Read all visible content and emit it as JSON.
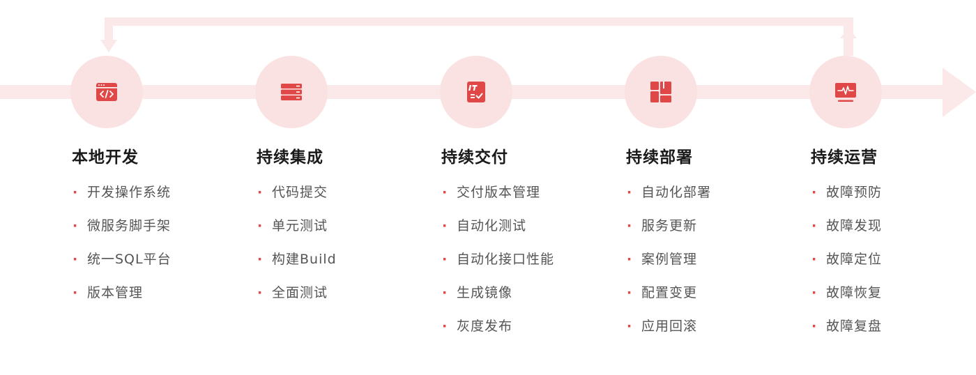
{
  "theme": {
    "accent": "#e04848",
    "track": "#fbe8e8",
    "circle": "#fbe2e2",
    "title": "#1a1a1a",
    "text": "#555555"
  },
  "stages": [
    {
      "title": "本地开发",
      "icon": "code-window-icon",
      "items": [
        "开发操作系统",
        "微服务脚手架",
        "统一SQL平台",
        "版本管理"
      ]
    },
    {
      "title": "持续集成",
      "icon": "server-stack-icon",
      "items": [
        "代码提交",
        "单元测试",
        "构建Build",
        "全面测试"
      ]
    },
    {
      "title": "持续交付",
      "icon": "it-checklist-icon",
      "items": [
        "交付版本管理",
        "自动化测试",
        "自动化接口性能",
        "生成镜像",
        "灰度发布"
      ]
    },
    {
      "title": "持续部署",
      "icon": "deploy-blocks-icon",
      "items": [
        "自动化部署",
        "服务更新",
        "案例管理",
        "配置变更",
        "应用回滚"
      ]
    },
    {
      "title": "持续运营",
      "icon": "monitor-pulse-icon",
      "items": [
        "故障预防",
        "故障发现",
        "故障定位",
        "故障恢复",
        "故障复盘"
      ]
    }
  ]
}
